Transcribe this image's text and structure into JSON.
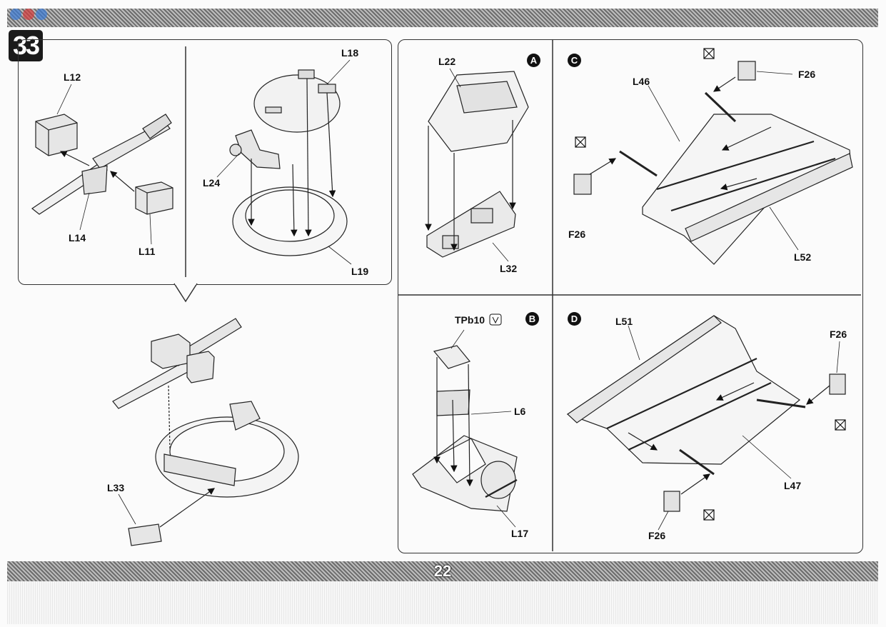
{
  "header": {
    "step_number": "33",
    "watermark_text": ""
  },
  "footer": {
    "page_number": "22"
  },
  "left_panel": {
    "labels": {
      "l12": "L12",
      "l14": "L14",
      "l11": "L11",
      "l18": "L18",
      "l24": "L24",
      "l19": "L19",
      "l33": "L33"
    }
  },
  "right_panel": {
    "subpanels": {
      "a": {
        "marker": "A",
        "labels": {
          "l22": "L22",
          "l32": "L32"
        }
      },
      "b": {
        "marker": "B",
        "labels": {
          "tpb10": "TPb10",
          "l6": "L6",
          "l17": "L17"
        }
      },
      "c": {
        "marker": "C",
        "labels": {
          "l46": "L46",
          "f26_top": "F26",
          "f26_left": "F26",
          "l52": "L52"
        }
      },
      "d": {
        "marker": "D",
        "labels": {
          "l51": "L51",
          "f26_right": "F26",
          "l47": "L47",
          "f26_bottom": "F26"
        }
      }
    }
  },
  "icons": [
    "x-mark-icon",
    "tweezers-icon"
  ]
}
